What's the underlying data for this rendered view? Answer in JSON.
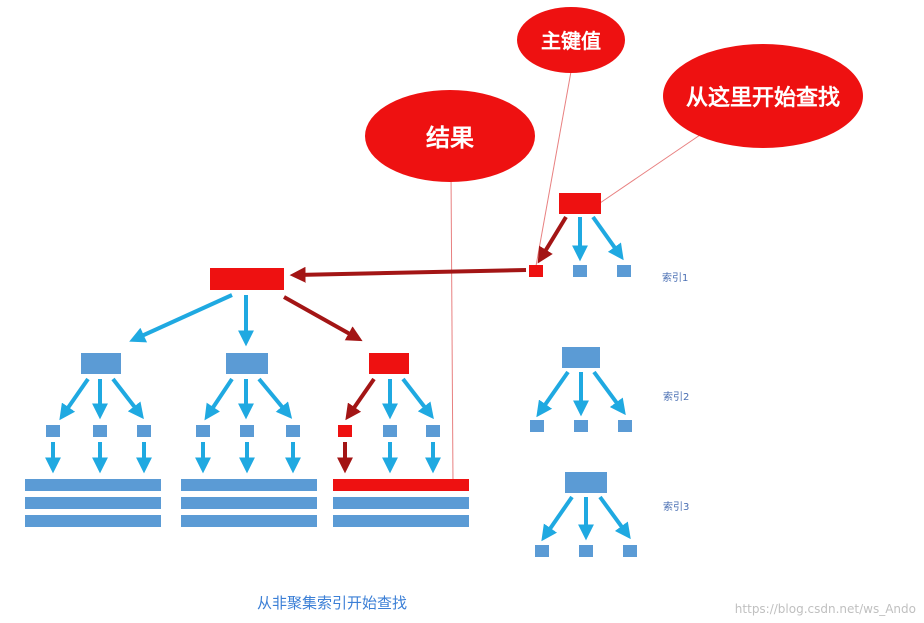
{
  "callouts": {
    "primary_key": "主键值",
    "start_here": "从这里开始查找",
    "result": "结果"
  },
  "index_labels": [
    "索引1",
    "索引2",
    "索引3"
  ],
  "caption": "从非聚集索引开始查找",
  "watermark": "https://blog.csdn.net/ws_Ando",
  "colors": {
    "highlight": "#ee1111",
    "path_arrow": "#a31515",
    "node": "#5b9bd5",
    "arrow": "#1fa9e1",
    "callout_line": "#e88080"
  }
}
